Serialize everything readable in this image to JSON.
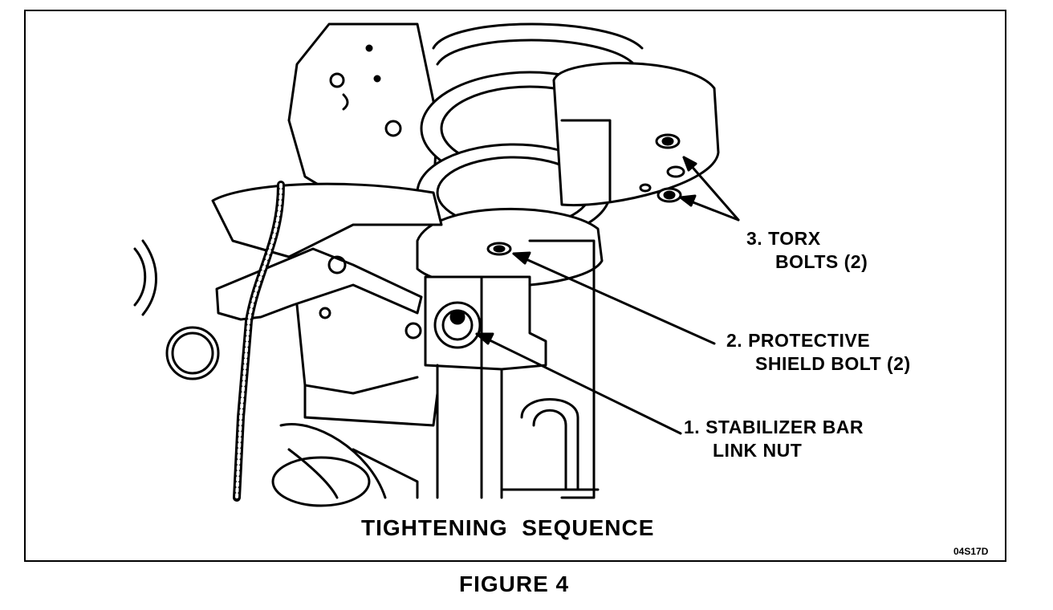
{
  "callouts": [
    {
      "number": "1.",
      "lines": [
        "STABILIZER BAR",
        "LINK NUT"
      ]
    },
    {
      "number": "2.",
      "lines": [
        "PROTECTIVE",
        "SHIELD BOLT (2)"
      ]
    },
    {
      "number": "3.",
      "lines": [
        "TORX",
        "BOLTS (2)"
      ]
    }
  ],
  "diagram_caption": "TIGHTENING  SEQUENCE",
  "drawing_code": "04S17D",
  "figure_label": "FIGURE 4"
}
